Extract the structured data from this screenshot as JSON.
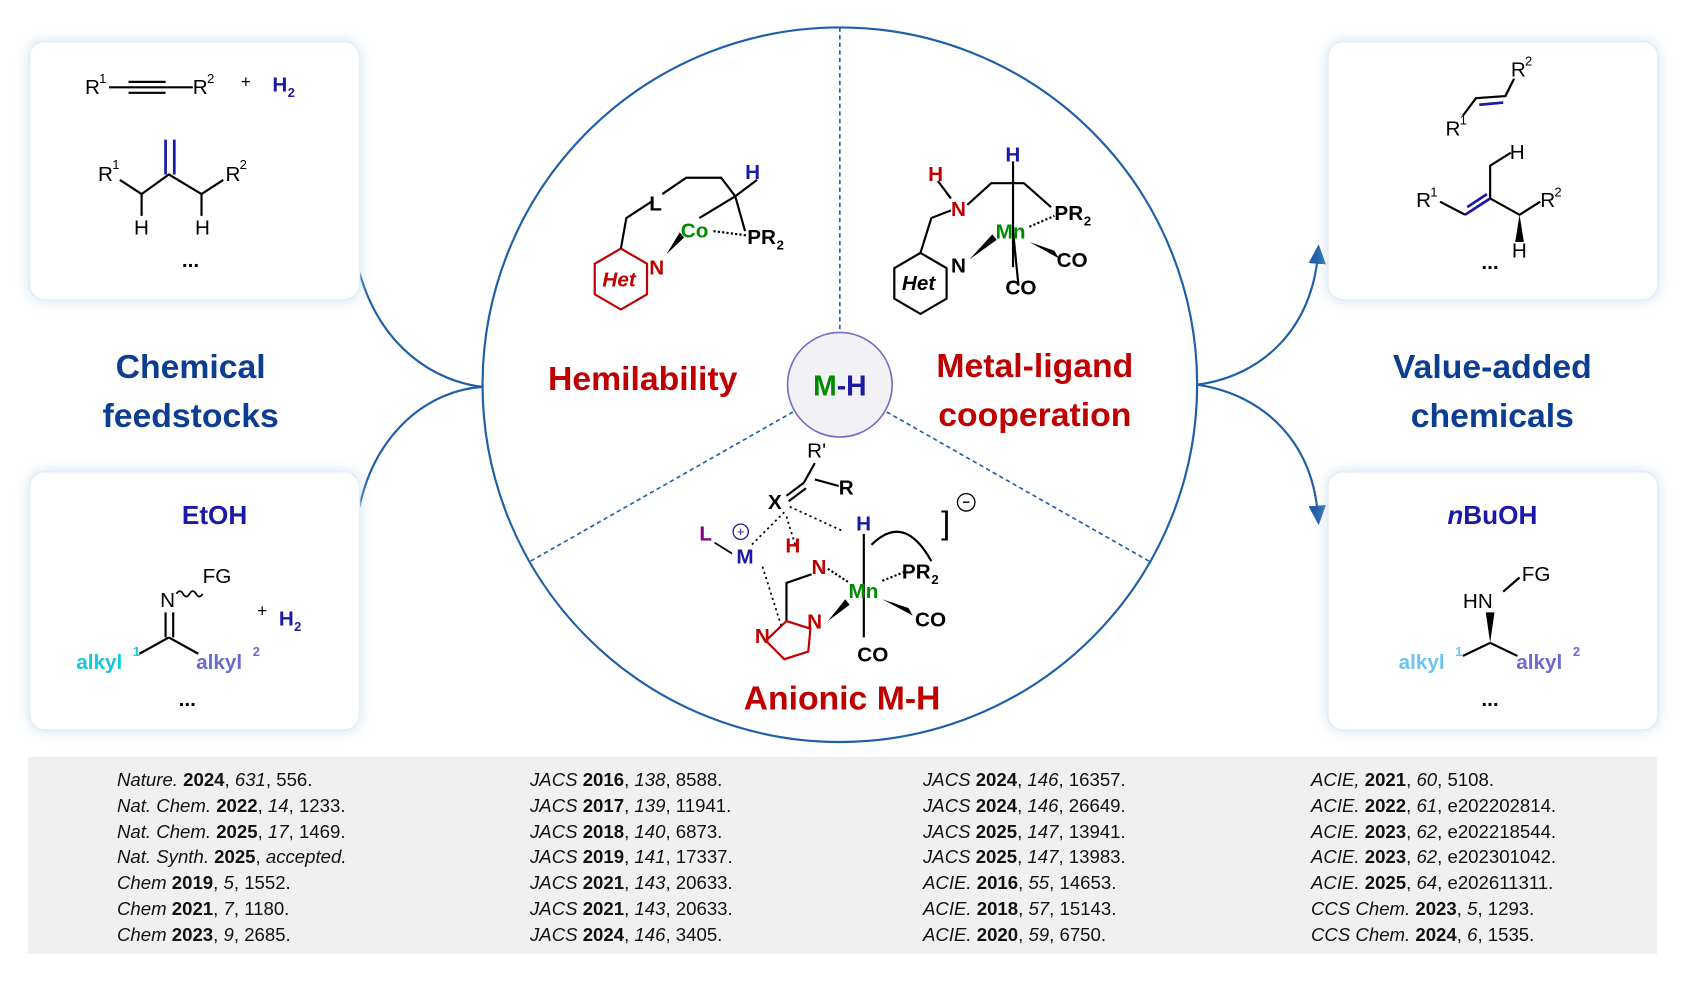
{
  "left": {
    "title_line1": "Chemical",
    "title_line2": "feedstocks",
    "top_box": {
      "r1": "R",
      "r1_sup": "1",
      "r2": "R",
      "r2_sup": "2",
      "plus": "+",
      "h2": "H",
      "h2_sub": "2",
      "h_left": "H",
      "h_right": "H",
      "ellipsis": "..."
    },
    "bottom_box": {
      "title": "EtOH",
      "n": "N",
      "fg": "FG",
      "alkyl1": "alkyl",
      "alkyl1_sup": "1",
      "alkyl2": "alkyl",
      "alkyl2_sup": "2",
      "plus": "+",
      "h2": "H",
      "h2_sub": "2",
      "ellipsis": "..."
    }
  },
  "right": {
    "title_line1": "Value-added",
    "title_line2": "chemicals",
    "top_box": {
      "r1": "R",
      "r1_sup": "1",
      "r2": "R",
      "r2_sup": "2",
      "h_top": "H",
      "h_bottom": "H",
      "ellipsis": "..."
    },
    "bottom_box": {
      "title_italic": "n",
      "title": "BuOH",
      "hn": "HN",
      "fg": "FG",
      "alkyl1": "alkyl",
      "alkyl1_sup": "1",
      "alkyl2": "alkyl",
      "alkyl2_sup": "2",
      "ellipsis": "..."
    }
  },
  "center": {
    "hub": {
      "m": "M",
      "dash": "-",
      "h": "H"
    },
    "hemilability": {
      "label": "Hemilability",
      "het": "Het",
      "n": "N",
      "l": "L",
      "co": "Co",
      "pr2": "PR",
      "pr2_sub": "2",
      "h": "H"
    },
    "mlc": {
      "label_line1": "Metal-ligand",
      "label_line2": "cooperation",
      "het": "Het",
      "n": "N",
      "nh_h": "H",
      "nh_n": "N",
      "mn": "Mn",
      "h": "H",
      "pr2": "PR",
      "pr2_sub": "2",
      "co1": "CO",
      "co2": "CO"
    },
    "anionic": {
      "label": "Anionic M-H",
      "r_prime": "R'",
      "x": "X",
      "r": "R",
      "h": "H",
      "l": "L",
      "plus": "+",
      "m": "M",
      "nh_h": "H",
      "nh_n": "N",
      "mn": "Mn",
      "pr2": "PR",
      "pr2_sub": "2",
      "co1": "CO",
      "co2": "CO",
      "n1": "N",
      "n2": "N",
      "bracket": "]",
      "minus": "−"
    }
  },
  "colors": {
    "blue": "#0b3d91",
    "red": "#c00000",
    "green": "#008a00",
    "navy": "#1a1aa6",
    "circle": "#1f5fa8"
  },
  "references": [
    [
      {
        "journal": "Nature.",
        "year": "2024",
        "volume": "631",
        "page": "556."
      },
      {
        "journal": "Nat. Chem.",
        "year": "2022",
        "volume": "14",
        "page": "1233."
      },
      {
        "journal": "Nat. Chem.",
        "year": "2025",
        "volume": "17",
        "page": "1469."
      },
      {
        "journal": "Nat. Synth.",
        "year": "2025",
        "volume": "accepted.",
        "page": ""
      },
      {
        "journal": "Chem",
        "year": "2019",
        "volume": "5",
        "page": "1552."
      },
      {
        "journal": "Chem",
        "year": "2021",
        "volume": "7",
        "page": "1180."
      },
      {
        "journal": "Chem",
        "year": "2023",
        "volume": "9",
        "page": "2685."
      }
    ],
    [
      {
        "journal": "JACS",
        "year": "2016",
        "volume": "138",
        "page": "8588."
      },
      {
        "journal": "JACS",
        "year": "2017",
        "volume": "139",
        "page": "11941."
      },
      {
        "journal": "JACS",
        "year": "2018",
        "volume": "140",
        "page": "6873."
      },
      {
        "journal": "JACS",
        "year": "2019",
        "volume": "141",
        "page": "17337."
      },
      {
        "journal": "JACS",
        "year": "2021",
        "volume": "143",
        "page": "20633."
      },
      {
        "journal": "JACS",
        "year": "2021",
        "volume": "143",
        "page": "20633."
      },
      {
        "journal": "JACS",
        "year": "2024",
        "volume": "146",
        "page": "3405."
      }
    ],
    [
      {
        "journal": "JACS",
        "year": "2024",
        "volume": "146",
        "page": "16357."
      },
      {
        "journal": "JACS",
        "year": "2024",
        "volume": "146",
        "page": "26649."
      },
      {
        "journal": "JACS",
        "year": "2025",
        "volume": "147",
        "page": "13941."
      },
      {
        "journal": "JACS",
        "year": "2025",
        "volume": "147",
        "page": "13983."
      },
      {
        "journal": "ACIE.",
        "year": "2016",
        "volume": "55",
        "page": "14653."
      },
      {
        "journal": "ACIE.",
        "year": "2018",
        "volume": "57",
        "page": "15143."
      },
      {
        "journal": "ACIE.",
        "year": "2020",
        "volume": "59",
        "page": "6750."
      }
    ],
    [
      {
        "journal": "ACIE,",
        "year": "2021",
        "volume": "60",
        "page": "5108."
      },
      {
        "journal": "ACIE.",
        "year": "2022",
        "volume": "61",
        "page": "e202202814."
      },
      {
        "journal": "ACIE.",
        "year": "2023",
        "volume": "62",
        "page": "e202218544."
      },
      {
        "journal": "ACIE.",
        "year": "2023",
        "volume": "62",
        "page": "e202301042."
      },
      {
        "journal": "ACIE.",
        "year": "2025",
        "volume": "64",
        "page": "e202611311."
      },
      {
        "journal": "CCS Chem.",
        "year": "2023",
        "volume": "5",
        "page": "1293."
      },
      {
        "journal": "CCS Chem.",
        "year": "2024",
        "volume": "6",
        "page": "1535."
      }
    ]
  ]
}
